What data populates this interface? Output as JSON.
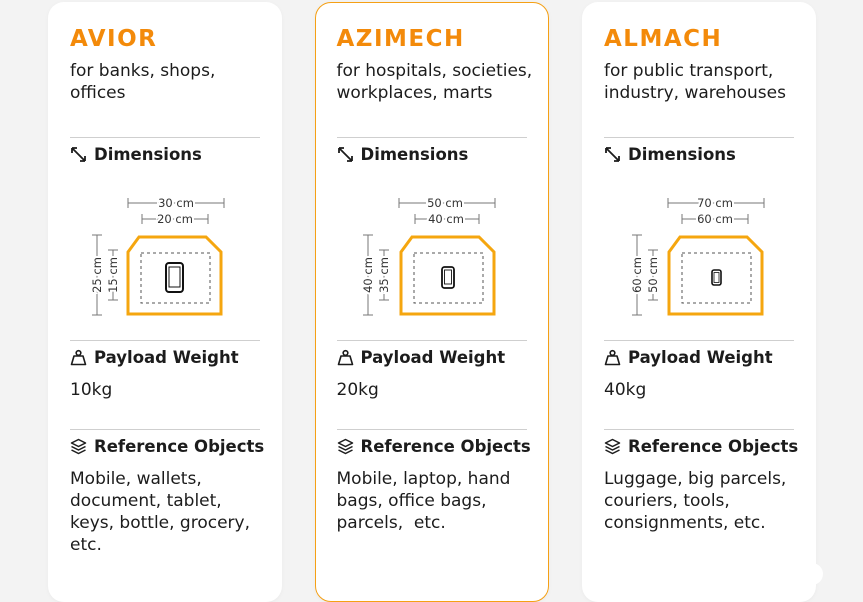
{
  "colors": {
    "accent": "#f38a0a",
    "border_highlight": "#f5a015",
    "shape": "#f5a60f"
  },
  "cards": [
    {
      "title": "AVIOR",
      "subtitle": "for banks, shops, offices",
      "dimensions_label": "Dimensions",
      "outer_width": "30 cm",
      "inner_width": "20 cm",
      "outer_height": "25 cm",
      "inner_height": "15 cm",
      "payload_label": "Payload Weight",
      "payload_value": "10kg",
      "objects_label": "Reference Objects",
      "objects_value": "Mobile, wallets, document, tablet, keys, bottle, grocery, etc."
    },
    {
      "title": "AZIMECH",
      "subtitle": "for hospitals, societies, workplaces, marts",
      "dimensions_label": "Dimensions",
      "outer_width": "50 cm",
      "inner_width": "40 cm",
      "outer_height": "40 cm",
      "inner_height": "35 cm",
      "payload_label": "Payload Weight",
      "payload_value": "20kg",
      "objects_label": "Reference Objects",
      "objects_value": "Mobile, laptop, hand bags, office bags, parcels,  etc."
    },
    {
      "title": "ALMACH",
      "subtitle": "for public transport, industry, warehouses",
      "dimensions_label": "Dimensions",
      "outer_width": "70 cm",
      "inner_width": "60 cm",
      "outer_height": "60 cm",
      "inner_height": "50 cm",
      "payload_label": "Payload Weight",
      "payload_value": "40kg",
      "objects_label": "Reference Objects",
      "objects_value": "Luggage, big parcels, couriers, tools, consignments, etc."
    }
  ]
}
